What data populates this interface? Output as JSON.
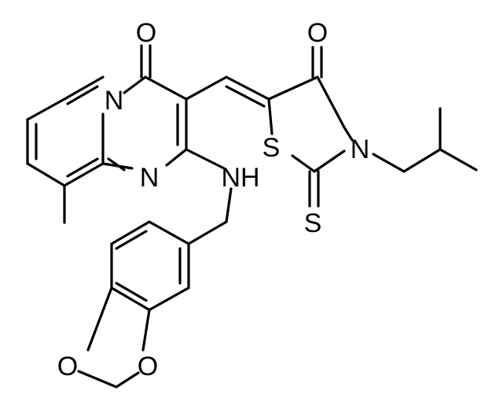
{
  "figure": {
    "type": "chemical-structure",
    "atom_labels": {
      "o_pyrimidinone": "O",
      "n_bridge": "N",
      "n_ring": "N",
      "nh": "NH",
      "o_thiazolidinone": "O",
      "s_ring": "S",
      "n_thiazolidine": "N",
      "s_thione": "S",
      "o_dioxole_left": "O",
      "o_dioxole_right": "O"
    },
    "colors": {
      "bond": "#000000",
      "label": "#000000",
      "background": "#ffffff"
    }
  }
}
